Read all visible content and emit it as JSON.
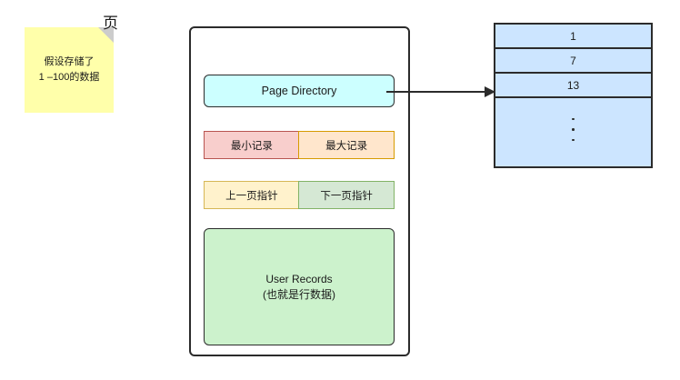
{
  "note": {
    "text": "假设存储了\n1 –100的数据",
    "bg_color": "#ffffaa",
    "fold_color": "#cccccc"
  },
  "page": {
    "title": "页",
    "page_directory": {
      "label": "Page Directory",
      "bg_color": "#ccffff"
    },
    "record_row": [
      {
        "label": "最小记录",
        "bg_color": "#f8cecc"
      },
      {
        "label": "最大记录",
        "bg_color": "#ffe6cc"
      }
    ],
    "pointer_row": [
      {
        "label": "上一页指针",
        "bg_color": "#fff2cc"
      },
      {
        "label": "下一页指针",
        "bg_color": "#d5e8d4"
      }
    ],
    "user_records": {
      "line1": "User Records",
      "line2": "(也就是行数据)",
      "bg_color": "#ccf2cc"
    }
  },
  "connector": {
    "from": "page-directory",
    "to": "slot-table-row-13",
    "color": "#2b2b2b",
    "style": "solid-arrow"
  },
  "slot_table": {
    "bg_color": "#cce5ff",
    "border_color": "#2b2b2b",
    "rows": [
      {
        "value": "1"
      },
      {
        "value": "7"
      },
      {
        "value": "13"
      },
      {
        "value": "",
        "is_ellipsis": true,
        "dots": 3
      }
    ]
  }
}
